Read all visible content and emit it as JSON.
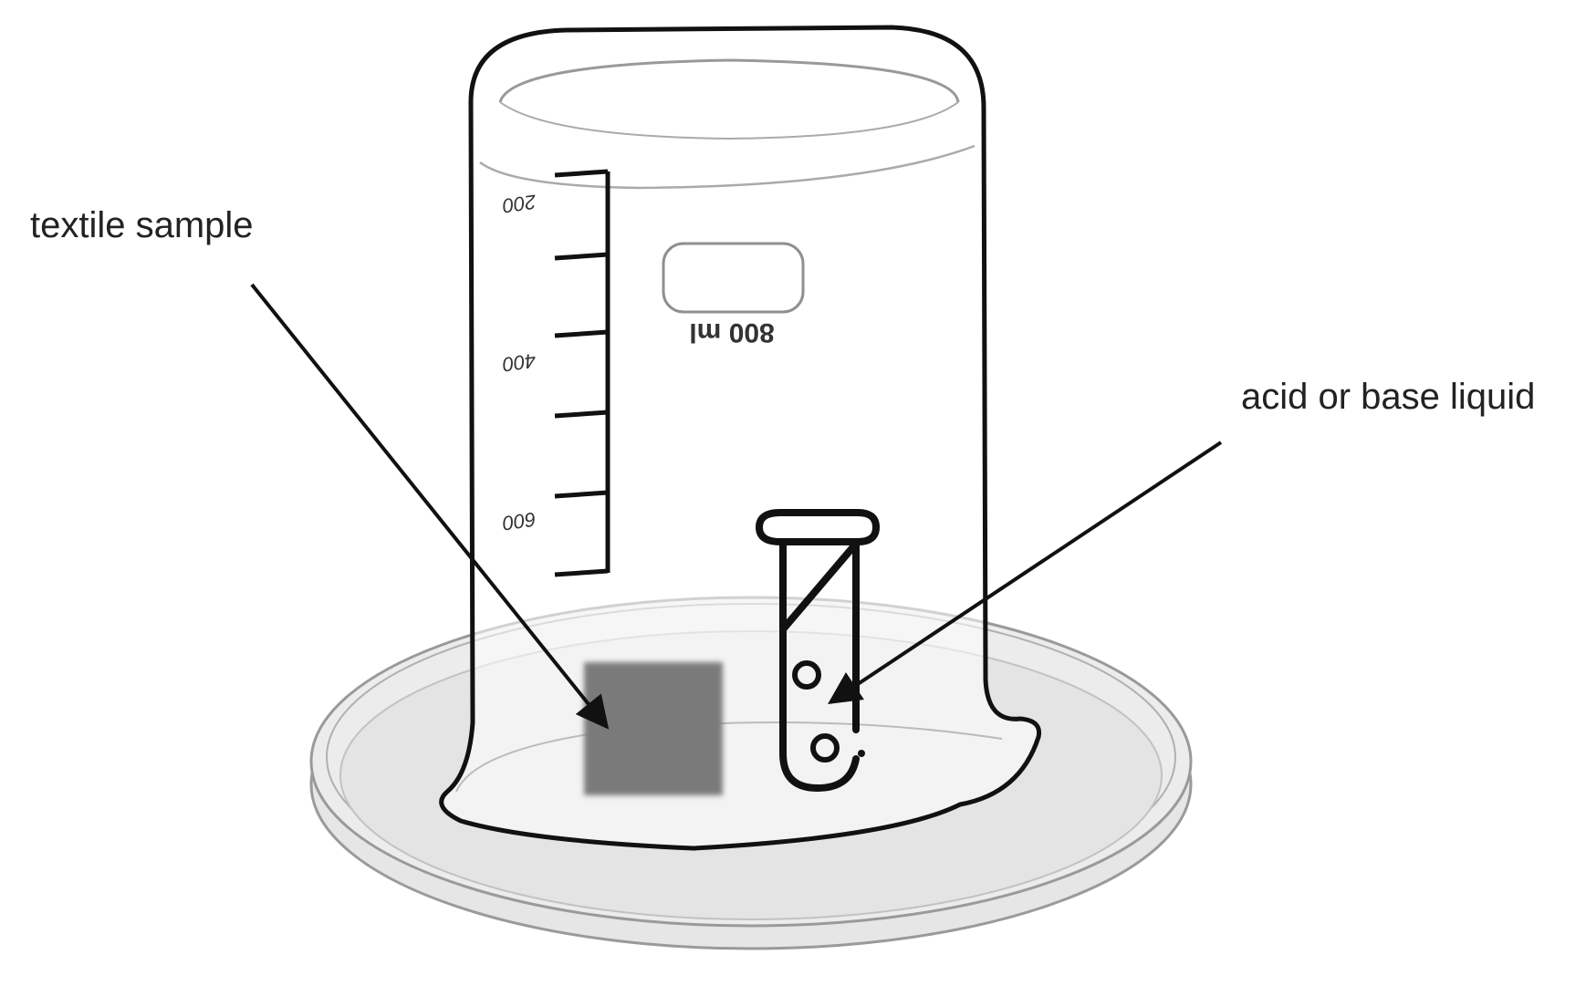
{
  "labels": {
    "textile": "textile sample",
    "liquid": "acid or base liquid"
  },
  "beaker": {
    "volume_label": "800 ml",
    "graduations": [
      "200",
      "400",
      "600"
    ]
  },
  "colors": {
    "outline": "#111111",
    "dish_fill": "#e9e9e9",
    "dish_edge": "#9a9a9a",
    "textile": "#7a7a7a"
  }
}
